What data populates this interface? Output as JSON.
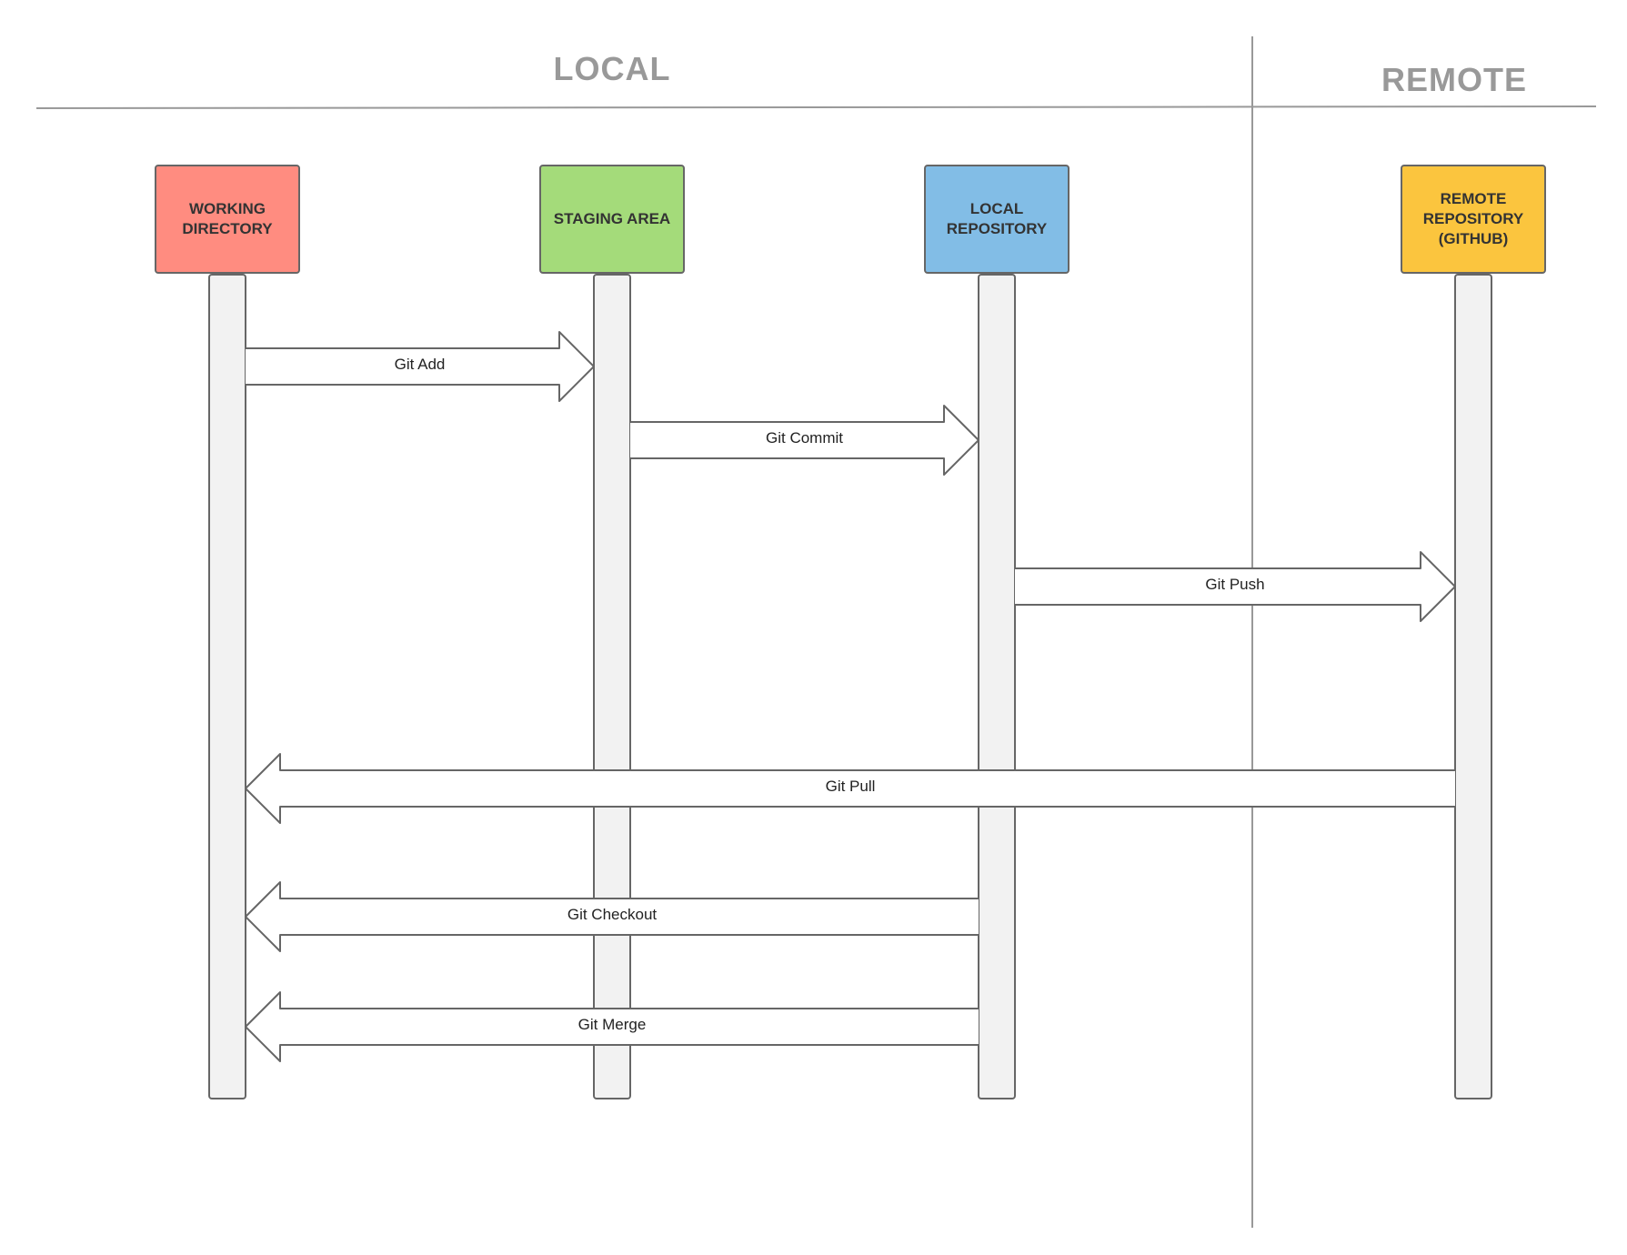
{
  "zones": {
    "local_label": "LOCAL",
    "remote_label": "REMOTE"
  },
  "nodes": [
    {
      "id": "working",
      "label": "WORKING\nDIRECTORY",
      "color": "#FF8C80"
    },
    {
      "id": "staging",
      "label": "STAGING AREA",
      "color": "#A4DB7A"
    },
    {
      "id": "localrepo",
      "label": "LOCAL\nREPOSITORY",
      "color": "#82BDE6"
    },
    {
      "id": "remoterepo",
      "label": "REMOTE\nREPOSITORY\n(GITHUB)",
      "color": "#FBC53E"
    }
  ],
  "arrows": [
    {
      "label": "Git Add",
      "from": "working",
      "to": "staging"
    },
    {
      "label": "Git Commit",
      "from": "staging",
      "to": "localrepo"
    },
    {
      "label": "Git Push",
      "from": "localrepo",
      "to": "remoterepo"
    },
    {
      "label": "Git Pull",
      "from": "remoterepo",
      "to": "working"
    },
    {
      "label": "Git Checkout",
      "from": "localrepo",
      "to": "working"
    },
    {
      "label": "Git Merge",
      "from": "localrepo",
      "to": "working"
    }
  ],
  "colors": {
    "lifeline_fill": "#F2F2F2",
    "stroke": "#666666",
    "divider": "#999999"
  }
}
